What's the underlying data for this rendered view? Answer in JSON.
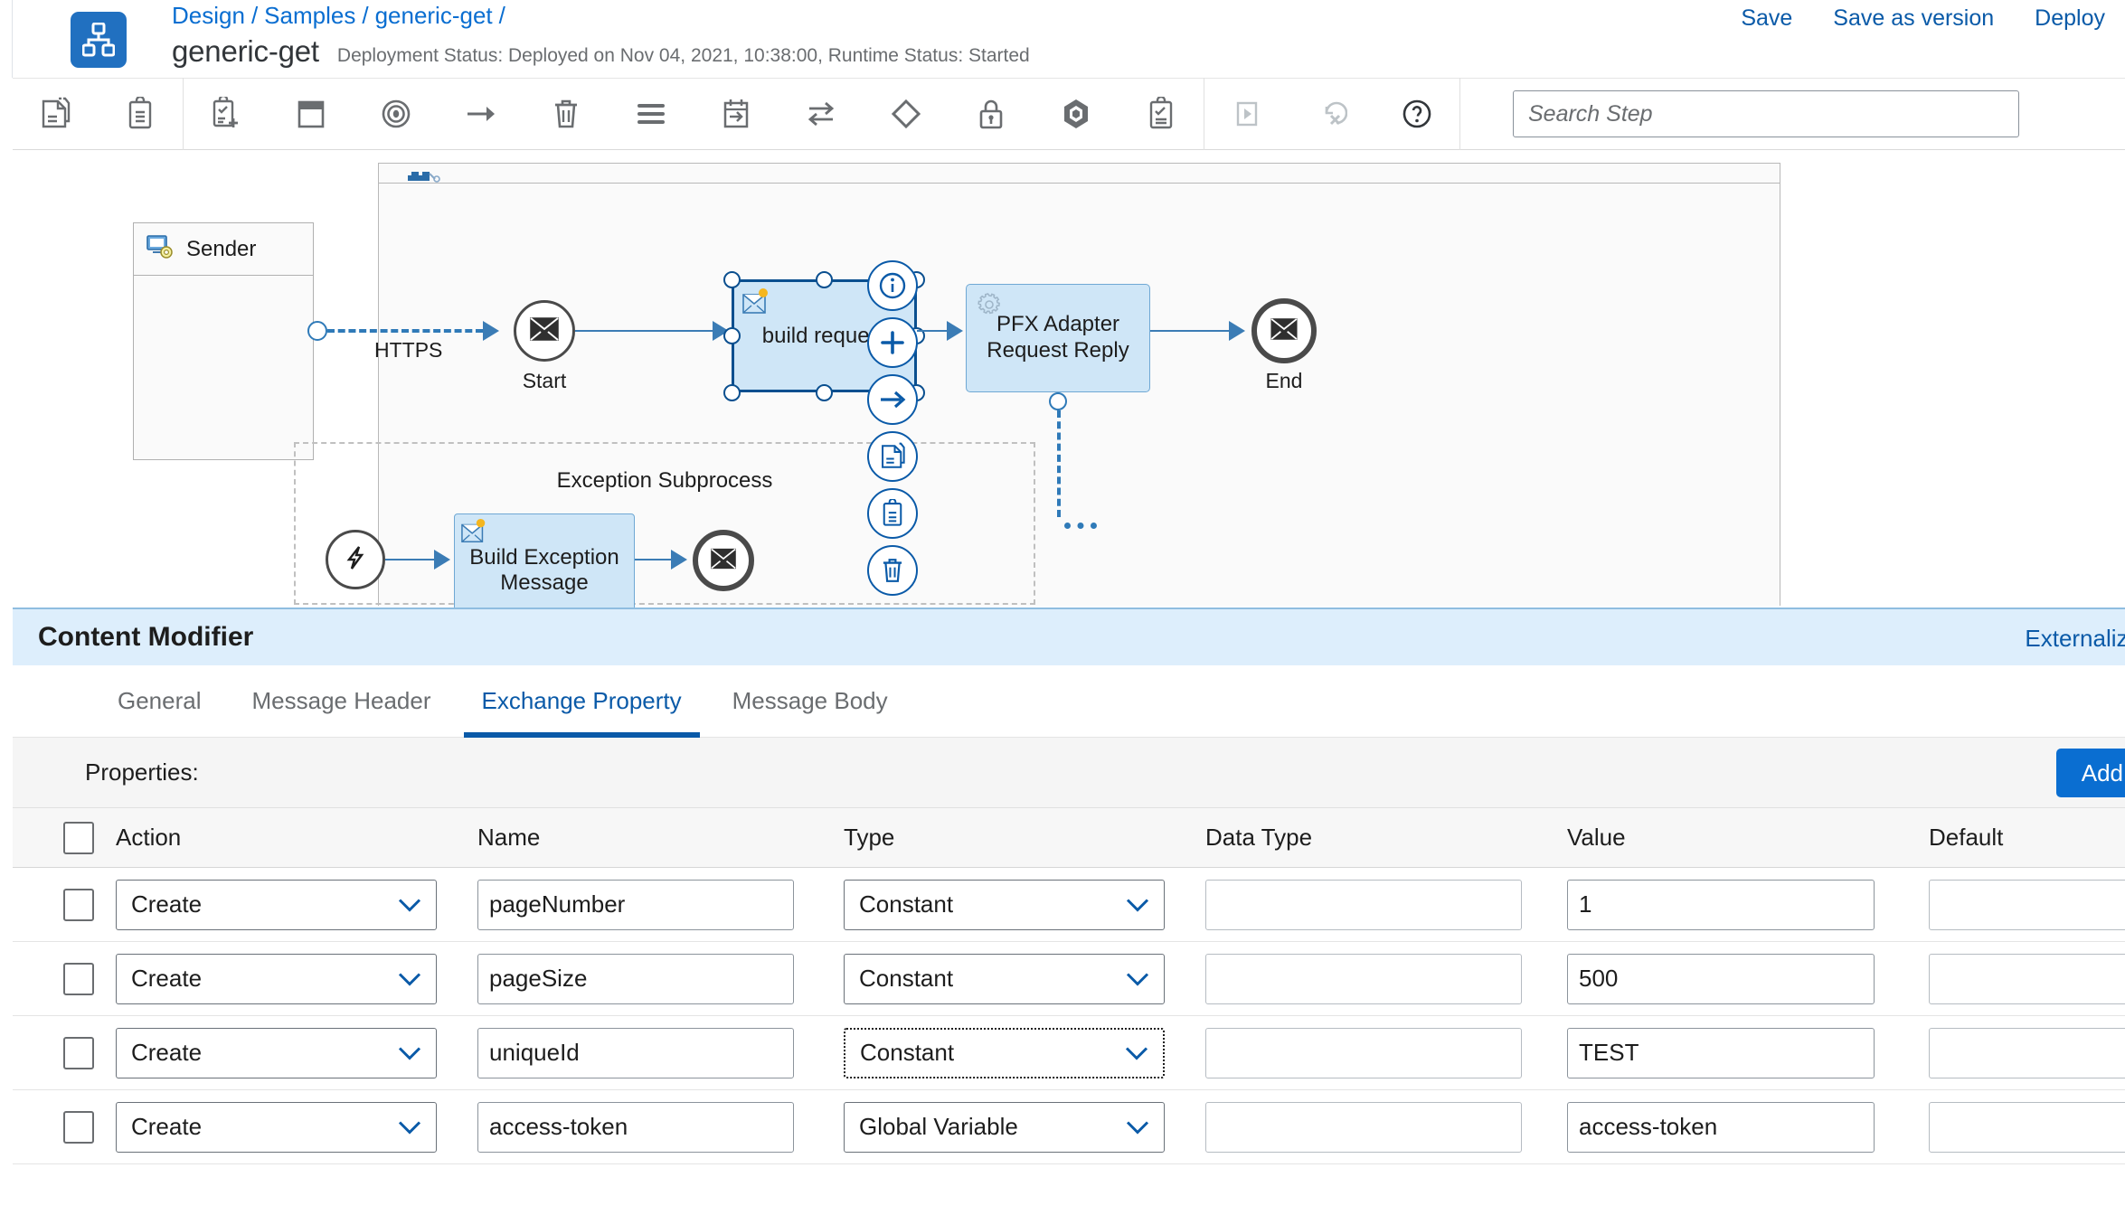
{
  "header": {
    "logo_icon": "integration-flow-icon",
    "breadcrumb": [
      "Design",
      "Samples",
      "generic-get"
    ],
    "breadcrumb_separator": "/",
    "title": "generic-get",
    "status": "Deployment Status: Deployed on Nov 04, 2021, 10:38:00, Runtime Status: Started",
    "actions": [
      "Save",
      "Save as version",
      "Deploy"
    ]
  },
  "toolbar": {
    "groups": [
      [
        {
          "name": "copy-icon",
          "title": "Copy"
        },
        {
          "name": "paste-icon",
          "title": "Paste"
        }
      ],
      [
        {
          "name": "add-task-icon",
          "title": "Add Task"
        },
        {
          "name": "pool-icon",
          "title": "Add Pool"
        },
        {
          "name": "target-icon",
          "title": "Event"
        },
        {
          "name": "arrow-right-icon",
          "title": "Sequence Flow"
        },
        {
          "name": "trash-icon",
          "title": "Delete"
        },
        {
          "name": "menu-lines-icon",
          "title": "Mapping"
        },
        {
          "name": "calendar-arrow-icon",
          "title": "Timer"
        },
        {
          "name": "swap-arrows-icon",
          "title": "Converter"
        },
        {
          "name": "diamond-icon",
          "title": "Gateway"
        },
        {
          "name": "lock-icon",
          "title": "Security"
        },
        {
          "name": "cube-icon",
          "title": "Adapter"
        },
        {
          "name": "clipboard-check-icon",
          "title": "Content Modifier"
        }
      ],
      [
        {
          "name": "play-icon",
          "title": "Run"
        },
        {
          "name": "undo-x-icon",
          "title": "Undo Deploy"
        },
        {
          "name": "help-icon",
          "title": "Help"
        }
      ]
    ],
    "search_placeholder": "Search Step",
    "search_value": ""
  },
  "canvas": {
    "sender": {
      "label": "Sender",
      "icon": "sender-participant-icon"
    },
    "connector_label": "HTTPS",
    "start_event": {
      "label": "Start",
      "icon": "message-start-event-icon"
    },
    "end_event": {
      "label": "End",
      "icon": "message-end-event-icon"
    },
    "build_request_task": {
      "label": "build request",
      "icon": "content-modifier-icon",
      "selected": true
    },
    "pfx_adapter": {
      "label_line1": "PFX Adapter",
      "label_line2": "Request Reply",
      "icon": "gear-icon"
    },
    "exception_subprocess": {
      "title": "Exception Subprocess",
      "error_start": {
        "icon": "error-start-event-icon"
      },
      "build_exception_task": {
        "label_line1": "Build Exception",
        "label_line2": "Message",
        "icon": "content-modifier-icon"
      },
      "end_event": {
        "icon": "error-end-event-icon"
      }
    },
    "context_toolbar": [
      {
        "name": "info-icon",
        "title": "Info"
      },
      {
        "name": "plus-icon",
        "title": "Add"
      },
      {
        "name": "arrow-right-icon",
        "title": "Connect"
      },
      {
        "name": "copy-icon",
        "title": "Copy"
      },
      {
        "name": "paste-icon",
        "title": "Paste"
      },
      {
        "name": "trash-icon",
        "title": "Delete"
      }
    ]
  },
  "panel": {
    "title": "Content Modifier",
    "externalize_label": "Externalize",
    "tabs": [
      {
        "label": "General",
        "active": false
      },
      {
        "label": "Message Header",
        "active": false
      },
      {
        "label": "Exchange Property",
        "active": true
      },
      {
        "label": "Message Body",
        "active": false
      }
    ],
    "properties_label": "Properties:",
    "add_button_label": "Add",
    "table": {
      "columns": [
        "Action",
        "Name",
        "Type",
        "Data Type",
        "Value",
        "Default"
      ],
      "rows": [
        {
          "checked": false,
          "action": "Create",
          "name": "pageNumber",
          "type": "Constant",
          "type_focused": false,
          "data_type": "",
          "value": "1",
          "default": ""
        },
        {
          "checked": false,
          "action": "Create",
          "name": "pageSize",
          "type": "Constant",
          "type_focused": false,
          "data_type": "",
          "value": "500",
          "default": ""
        },
        {
          "checked": false,
          "action": "Create",
          "name": "uniqueId",
          "type": "Constant",
          "type_focused": true,
          "data_type": "",
          "value": "TEST",
          "default": ""
        },
        {
          "checked": false,
          "action": "Create",
          "name": "access-token",
          "type": "Global Variable",
          "type_focused": false,
          "data_type": "",
          "value": "access-token",
          "default": ""
        }
      ]
    }
  },
  "colors": {
    "brand_blue": "#0a6ed1",
    "link_blue": "#0a5aa8",
    "panel_header": "#ddeefc",
    "shape_fill": "#cfe6f7",
    "selection_border": "#0a4f8f",
    "flow_line": "#3b7cb5"
  }
}
